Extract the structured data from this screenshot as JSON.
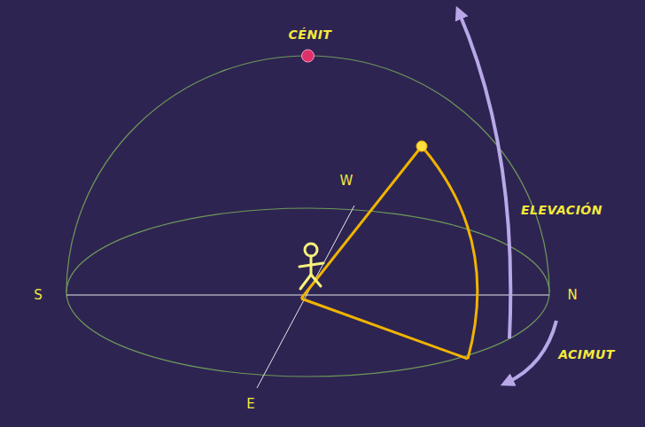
{
  "diagram": {
    "labels": [
      "CÉNIT",
      "W",
      "S",
      "N",
      "E",
      "ELEVACIÓN",
      "ACIMUT"
    ]
  }
}
